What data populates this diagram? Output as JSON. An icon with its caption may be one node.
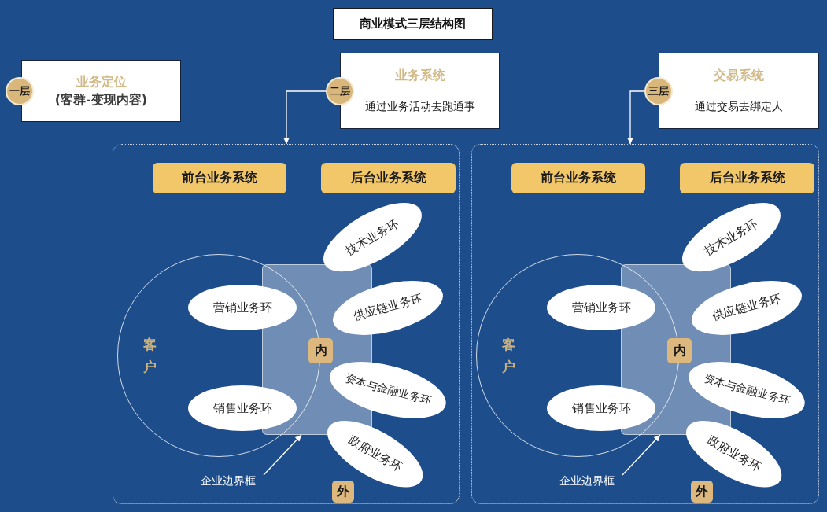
{
  "diagram": {
    "title": "商业模式三层结构图",
    "nodes": [
      {
        "text": [
          "一层"
        ]
      },
      {
        "text": [
          "业务定位",
          "(客群-变现内容)"
        ]
      },
      {
        "text": [
          "二层"
        ]
      },
      {
        "text": [
          "业务系统",
          "通过业务活动去跑通事"
        ]
      },
      {
        "text": [
          "三层"
        ]
      },
      {
        "text": [
          "交易系统",
          "通过交易去绑定人"
        ]
      },
      {
        "text": [],
        "shape": "box"
      },
      {
        "text": [
          "前台业务系统"
        ],
        "in": 6
      },
      {
        "text": [
          "后台业务系统"
        ],
        "in": 6
      },
      {
        "text": [
          "客户"
        ],
        "in": 6
      },
      {
        "text": [
          "营销业务环"
        ],
        "in": 9
      },
      {
        "text": [
          "销售业务环"
        ],
        "in": 9
      },
      {
        "text": [],
        "shape": "box",
        "in": 6
      },
      {
        "text": [
          "内"
        ],
        "in": 12
      },
      {
        "text": [
          "技术业务环"
        ],
        "in": 6
      },
      {
        "text": [
          "供应链业务环"
        ],
        "in": 6
      },
      {
        "text": [
          "资本与金融业务环"
        ],
        "in": 6
      },
      {
        "text": [
          "政府业务环"
        ],
        "in": 6
      },
      {
        "text": [
          "外"
        ],
        "in": 6
      },
      {
        "text": [
          "企业边界框"
        ],
        "in": 6
      },
      {
        "text": [],
        "shape": "box"
      },
      {
        "text": [
          "前台业务系统"
        ],
        "in": 20
      },
      {
        "text": [
          "后台业务系统"
        ],
        "in": 20
      },
      {
        "text": [
          "客户"
        ],
        "in": 20
      },
      {
        "text": [
          "营销业务环"
        ],
        "in": 23
      },
      {
        "text": [
          "销售业务环"
        ],
        "in": 23
      },
      {
        "text": [],
        "shape": "box",
        "in": 20
      },
      {
        "text": [
          "内"
        ],
        "in": 26
      },
      {
        "text": [
          "技术业务环"
        ],
        "in": 20
      },
      {
        "text": [
          "供应链业务环"
        ],
        "in": 20
      },
      {
        "text": [
          "资本与金融业务环"
        ],
        "in": 20
      },
      {
        "text": [
          "政府业务环"
        ],
        "in": 20
      },
      {
        "text": [
          "外"
        ],
        "in": 20
      },
      {
        "text": [
          "企业边界框"
        ],
        "in": 20
      }
    ],
    "edges": [
      {
        "from": 2,
        "to": 6,
        "arrow": "to"
      },
      {
        "from": 4,
        "to": 20,
        "arrow": "to"
      },
      {
        "from": 19,
        "to": 12,
        "arrow": "to"
      },
      {
        "from": 33,
        "to": 26,
        "arrow": "to"
      }
    ]
  }
}
